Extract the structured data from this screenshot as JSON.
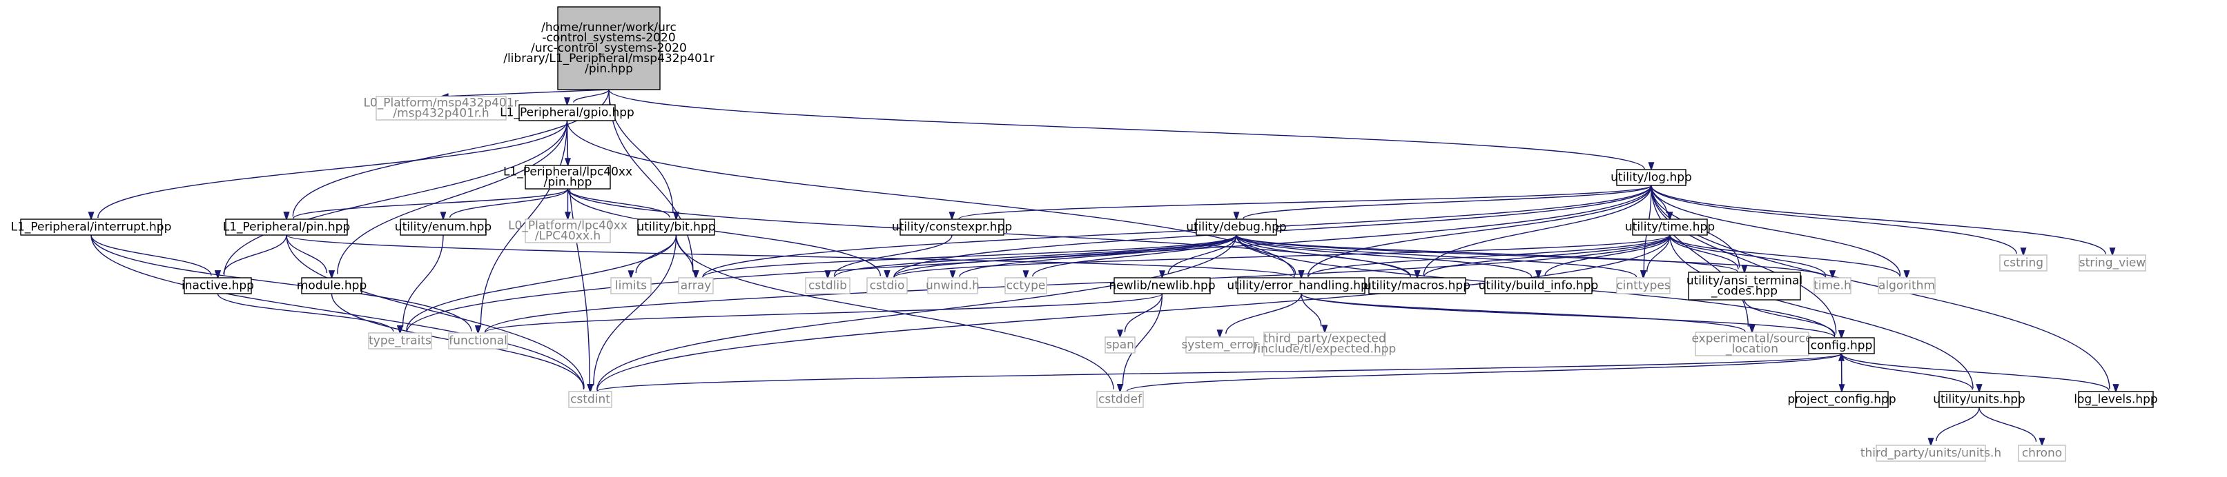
{
  "graph": {
    "colors": {
      "edge": "#191970",
      "main_fill": "#bfbfbf",
      "documented_border": "#000000",
      "external_border": "#bfbfbf",
      "external_text": "#7f7f7f"
    },
    "nodes": [
      {
        "id": "pin_msp",
        "kind": "main",
        "lines": [
          "/home/runner/work/urc",
          "-control_systems-2020",
          "/urc-control_systems-2020",
          "/library/L1_Peripheral/msp432p401r",
          "/pin.hpp"
        ]
      },
      {
        "id": "l0_msp",
        "kind": "sys",
        "lines": [
          "L0_Platform/msp432p401r",
          "/msp432p401r.h"
        ]
      },
      {
        "id": "gpio",
        "kind": "doc",
        "lines": [
          "L1_Peripheral/gpio.hpp"
        ]
      },
      {
        "id": "log",
        "kind": "doc",
        "lines": [
          "utility/log.hpp"
        ]
      },
      {
        "id": "lpc_pin",
        "kind": "doc",
        "lines": [
          "L1_Peripheral/lpc40xx",
          "/pin.hpp"
        ]
      },
      {
        "id": "interrupt",
        "kind": "doc",
        "lines": [
          "L1_Peripheral/interrupt.hpp"
        ]
      },
      {
        "id": "pin",
        "kind": "doc",
        "lines": [
          "L1_Peripheral/pin.hpp"
        ]
      },
      {
        "id": "enum",
        "kind": "doc",
        "lines": [
          "utility/enum.hpp"
        ]
      },
      {
        "id": "l0_lpc",
        "kind": "sys",
        "lines": [
          "L0_Platform/lpc40xx",
          "/LPC40xx.h"
        ]
      },
      {
        "id": "bit",
        "kind": "doc",
        "lines": [
          "utility/bit.hpp"
        ]
      },
      {
        "id": "constexpr",
        "kind": "doc",
        "lines": [
          "utility/constexpr.hpp"
        ]
      },
      {
        "id": "debug",
        "kind": "doc",
        "lines": [
          "utility/debug.hpp"
        ]
      },
      {
        "id": "time",
        "kind": "doc",
        "lines": [
          "utility/time.hpp"
        ]
      },
      {
        "id": "cstring",
        "kind": "sys",
        "lines": [
          "cstring"
        ]
      },
      {
        "id": "string_view",
        "kind": "sys",
        "lines": [
          "string_view"
        ]
      },
      {
        "id": "inactive",
        "kind": "doc",
        "lines": [
          "inactive.hpp"
        ]
      },
      {
        "id": "module",
        "kind": "doc",
        "lines": [
          "module.hpp"
        ]
      },
      {
        "id": "limits",
        "kind": "sys",
        "lines": [
          "limits"
        ]
      },
      {
        "id": "array",
        "kind": "sys",
        "lines": [
          "array"
        ]
      },
      {
        "id": "cstdlib",
        "kind": "sys",
        "lines": [
          "cstdlib"
        ]
      },
      {
        "id": "cstdio",
        "kind": "sys",
        "lines": [
          "cstdio"
        ]
      },
      {
        "id": "unwind",
        "kind": "sys",
        "lines": [
          "unwind.h"
        ]
      },
      {
        "id": "cctype",
        "kind": "sys",
        "lines": [
          "cctype"
        ]
      },
      {
        "id": "newlib",
        "kind": "doc",
        "lines": [
          "newlib/newlib.hpp"
        ]
      },
      {
        "id": "error_handling",
        "kind": "doc",
        "lines": [
          "utility/error_handling.hpp"
        ]
      },
      {
        "id": "macros",
        "kind": "doc",
        "lines": [
          "utility/macros.hpp"
        ]
      },
      {
        "id": "build_info",
        "kind": "doc",
        "lines": [
          "utility/build_info.hpp"
        ]
      },
      {
        "id": "cinttypes",
        "kind": "sys",
        "lines": [
          "cinttypes"
        ]
      },
      {
        "id": "ansi",
        "kind": "doc",
        "lines": [
          "utility/ansi_terminal",
          "_codes.hpp"
        ]
      },
      {
        "id": "timeh",
        "kind": "sys",
        "lines": [
          "time.h"
        ]
      },
      {
        "id": "algorithm",
        "kind": "sys",
        "lines": [
          "algorithm"
        ]
      },
      {
        "id": "type_traits",
        "kind": "sys",
        "lines": [
          "type_traits"
        ]
      },
      {
        "id": "functional",
        "kind": "sys",
        "lines": [
          "functional"
        ]
      },
      {
        "id": "span",
        "kind": "sys",
        "lines": [
          "span"
        ]
      },
      {
        "id": "system_error",
        "kind": "sys",
        "lines": [
          "system_error"
        ]
      },
      {
        "id": "expected",
        "kind": "sys",
        "lines": [
          "third_party/expected",
          "/include/tl/expected.hpp"
        ]
      },
      {
        "id": "source_location",
        "kind": "sys",
        "lines": [
          "experimental/source",
          "_location"
        ]
      },
      {
        "id": "config",
        "kind": "doc",
        "lines": [
          "config.hpp"
        ]
      },
      {
        "id": "cstdint",
        "kind": "sys",
        "lines": [
          "cstdint"
        ]
      },
      {
        "id": "cstddef",
        "kind": "sys",
        "lines": [
          "cstddef"
        ]
      },
      {
        "id": "project_config",
        "kind": "doc",
        "lines": [
          "project_config.hpp"
        ]
      },
      {
        "id": "units",
        "kind": "doc",
        "lines": [
          "utility/units.hpp"
        ]
      },
      {
        "id": "log_levels",
        "kind": "doc",
        "lines": [
          "log_levels.hpp"
        ]
      },
      {
        "id": "units_h",
        "kind": "sys",
        "lines": [
          "third_party/units/units.h"
        ]
      },
      {
        "id": "chrono",
        "kind": "sys",
        "lines": [
          "chrono"
        ]
      }
    ],
    "edges": [
      [
        "pin_msp",
        "l0_msp"
      ],
      [
        "pin_msp",
        "gpio"
      ],
      [
        "pin_msp",
        "log"
      ],
      [
        "pin_msp",
        "pin"
      ],
      [
        "pin_msp",
        "bit"
      ],
      [
        "pin_msp",
        "array"
      ],
      [
        "gpio",
        "lpc_pin"
      ],
      [
        "gpio",
        "interrupt"
      ],
      [
        "gpio",
        "inactive"
      ],
      [
        "gpio",
        "module"
      ],
      [
        "gpio",
        "error_handling"
      ],
      [
        "gpio",
        "functional"
      ],
      [
        "gpio",
        "cstdint"
      ],
      [
        "lpc_pin",
        "pin"
      ],
      [
        "lpc_pin",
        "enum"
      ],
      [
        "lpc_pin",
        "l0_lpc"
      ],
      [
        "lpc_pin",
        "bit"
      ],
      [
        "lpc_pin",
        "cstdio"
      ],
      [
        "lpc_pin",
        "macros"
      ],
      [
        "interrupt",
        "inactive"
      ],
      [
        "interrupt",
        "functional"
      ],
      [
        "interrupt",
        "cstdint"
      ],
      [
        "pin",
        "inactive"
      ],
      [
        "pin",
        "module"
      ],
      [
        "pin",
        "error_handling"
      ],
      [
        "pin",
        "cstdint"
      ],
      [
        "enum",
        "type_traits"
      ],
      [
        "bit",
        "limits"
      ],
      [
        "bit",
        "array"
      ],
      [
        "bit",
        "type_traits"
      ],
      [
        "bit",
        "cstdint"
      ],
      [
        "bit",
        "cstddef"
      ],
      [
        "inactive",
        "type_traits"
      ],
      [
        "module",
        "cstdint"
      ],
      [
        "constexpr",
        "cstdlib"
      ],
      [
        "log",
        "constexpr"
      ],
      [
        "log",
        "debug"
      ],
      [
        "log",
        "time"
      ],
      [
        "log",
        "cstring"
      ],
      [
        "log",
        "string_view"
      ],
      [
        "log",
        "array"
      ],
      [
        "log",
        "cstdio"
      ],
      [
        "log",
        "macros"
      ],
      [
        "log",
        "cinttypes"
      ],
      [
        "log",
        "ansi"
      ],
      [
        "log",
        "algorithm"
      ],
      [
        "log",
        "config"
      ],
      [
        "log",
        "log_levels"
      ],
      [
        "log",
        "error_handling"
      ],
      [
        "log",
        "type_traits"
      ],
      [
        "log",
        "source_location"
      ],
      [
        "debug",
        "array"
      ],
      [
        "debug",
        "cstdlib"
      ],
      [
        "debug",
        "cstdio"
      ],
      [
        "debug",
        "unwind"
      ],
      [
        "debug",
        "cctype"
      ],
      [
        "debug",
        "newlib"
      ],
      [
        "debug",
        "error_handling"
      ],
      [
        "debug",
        "macros"
      ],
      [
        "debug",
        "build_info"
      ],
      [
        "debug",
        "cinttypes"
      ],
      [
        "debug",
        "ansi"
      ],
      [
        "debug",
        "config"
      ],
      [
        "debug",
        "cstdint"
      ],
      [
        "debug",
        "timeh"
      ],
      [
        "time",
        "cstdio"
      ],
      [
        "time",
        "error_handling"
      ],
      [
        "time",
        "macros"
      ],
      [
        "time",
        "build_info"
      ],
      [
        "time",
        "cinttypes"
      ],
      [
        "time",
        "ansi"
      ],
      [
        "time",
        "timeh"
      ],
      [
        "time",
        "algorithm"
      ],
      [
        "time",
        "units"
      ],
      [
        "time",
        "functional"
      ],
      [
        "time",
        "cstdint"
      ],
      [
        "newlib",
        "span"
      ],
      [
        "newlib",
        "cstddef"
      ],
      [
        "newlib",
        "functional"
      ],
      [
        "error_handling",
        "system_error"
      ],
      [
        "error_handling",
        "expected"
      ],
      [
        "error_handling",
        "source_location"
      ],
      [
        "error_handling",
        "config"
      ],
      [
        "ansi",
        "config"
      ],
      [
        "config",
        "cstdint"
      ],
      [
        "config",
        "cstddef"
      ],
      [
        "config",
        "project_config"
      ],
      [
        "config",
        "units"
      ],
      [
        "config",
        "log_levels"
      ],
      [
        "project_config",
        "config"
      ],
      [
        "units",
        "units_h"
      ],
      [
        "units",
        "chrono"
      ]
    ]
  }
}
